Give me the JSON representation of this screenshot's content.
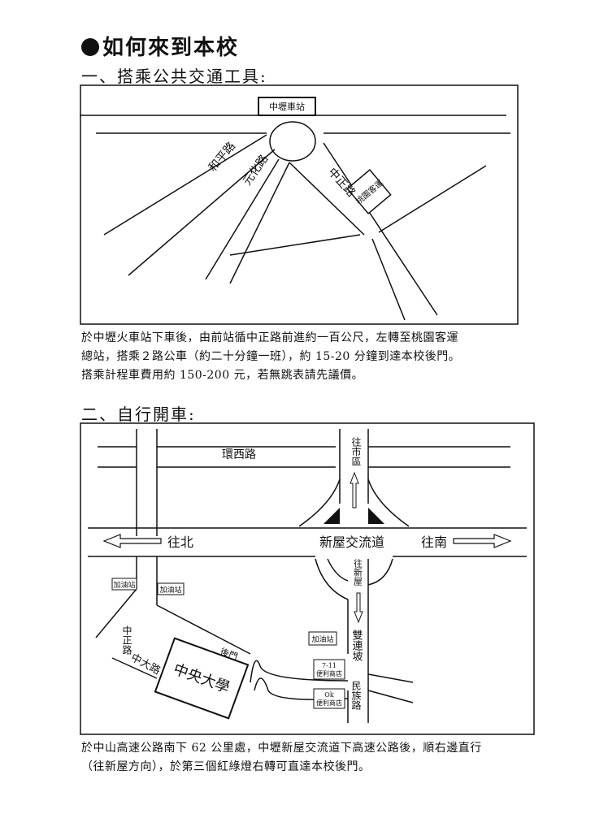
{
  "page_title": "如何來到本校",
  "section1": {
    "heading": "一、搭乘公共交通工具:",
    "map": {
      "station": "中壢車站",
      "road_heping": "和平路",
      "road_yuanhua": "元化路",
      "road_zhongzheng": "中正路",
      "bus_station": "桃園客運"
    },
    "lines": [
      "於中壢火車站下車後，由前站循中正路前進約一百公尺，左轉至桃園客運",
      "總站，搭乘２路公車（約二十分鐘一班），約 15-20 分鐘到達本校後門。",
      "搭乘計程車費用約 150-200 元，若無跳表請先議價。"
    ]
  },
  "section2": {
    "heading": "二、自行開車:",
    "map": {
      "road_huanxi": "環西路",
      "to_city": "往市區",
      "to_north": "往北",
      "interchange": "新屋交流道",
      "to_south": "往南",
      "to_xinwu": "往新屋",
      "gas1": "加油站",
      "gas2": "加油站",
      "gas3": "加油站",
      "road_zhongzheng": "中正路",
      "road_zhongda": "中大路",
      "back_gate": "後門",
      "store_711_a": "7-11",
      "store_711_b": "便利商店",
      "store_ok_a": "Ok",
      "store_ok_b": "便利商店",
      "road_shuanglian": "雙連坡",
      "road_minzu": "民族路",
      "university": "中央大學"
    },
    "lines": [
      "於中山高速公路南下 62 公里處，中壢新屋交流道下高速公路後，順右邊直行",
      "（往新屋方向），於第三個紅綠燈右轉可直達本校後門。"
    ]
  }
}
